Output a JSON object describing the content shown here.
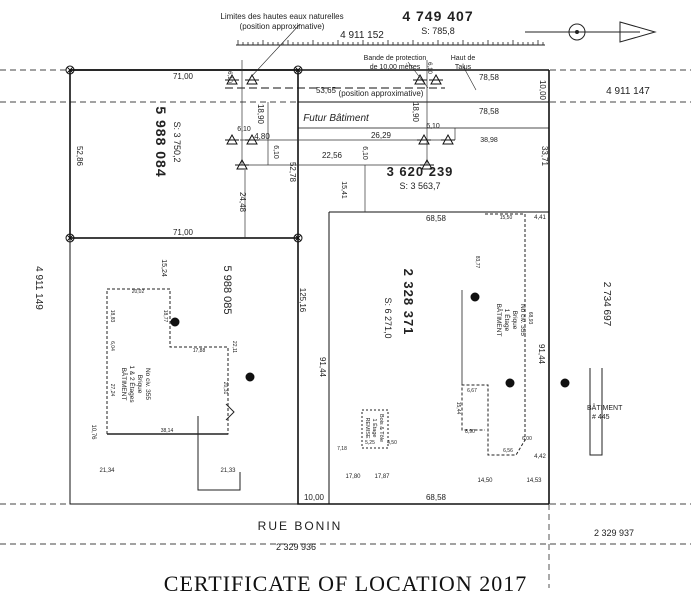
{
  "lots": {
    "north_lot": {
      "number": "4 749 407",
      "area": "S: 785,8"
    },
    "left_top": {
      "number": "5 988 084",
      "area": "S: 3 750,2"
    },
    "left_bottom": {
      "number": "5 988 085"
    },
    "center": {
      "number": "3 620 239",
      "area": "S: 3 563,7"
    },
    "main": {
      "number": "2 328 371",
      "area": "S: 6 271,0"
    },
    "top_strip": "4 911 152",
    "right_top": "4 911 147",
    "far_left": "4 911 149",
    "far_right": "2 734 697",
    "road": "2 329 936",
    "road_right": "2 329 937"
  },
  "labels": {
    "high_water": "Limites des hautes eaux naturelles",
    "high_water_note": "(position approximative)",
    "protection_band": "Bande de protection",
    "protection_band_2": "de 10,00 mètres",
    "talus": "Haut de",
    "talus_2": "Talus",
    "position_approx": "(position approximative)",
    "future_building": "Futur Bâtiment",
    "street": "RUE BONIN",
    "caption": "CERTIFICATE OF LOCATION 2017"
  },
  "buildings": {
    "main": [
      "BÂTIMENT",
      "1 Étage",
      "Brique",
      "No civ. 355"
    ],
    "left": [
      "BÂTIMENT",
      "1 & 2 Étages",
      "Brique",
      "No civ. 355"
    ],
    "shed": [
      "REMISE",
      "1 Étage",
      "Bois & Tôle"
    ],
    "neighbour": [
      "BÂTIMENT",
      "# 445"
    ]
  },
  "dimensions": {
    "d71_00_top": "71,00",
    "d71_00_mid": "71,00",
    "d52_86": "52,86",
    "d53_65": "53,65",
    "d78_58_a": "78,58",
    "d78_58_b": "78,58",
    "d10_00_tr": "10,00",
    "d18_90_a": "18,90",
    "d18_90_b": "18,90",
    "d6_10_a": "6,10",
    "d6_10_b": "6,10",
    "d6_10_c": "6,10",
    "d6_10_d": "6,10",
    "d6_10_e": "6,10",
    "d6_10_f": "6,10",
    "d4_80": "4,80",
    "d26_29": "26,29",
    "d38_98": "38,98",
    "d33_71": "33,71",
    "d22_56": "22,56",
    "d52_78": "52,78",
    "d24_48": "24,48",
    "d15_41": "15,41",
    "d68_58_top": "68,58",
    "d68_58_bot": "68,58",
    "d15_24": "15,24",
    "d125_16": "125,16",
    "d91_44_l": "91,44",
    "d91_44_r": "91,44",
    "d10_00_bot": "10,00",
    "d21_34": "21,34",
    "d21_33": "21,33",
    "d17_80": "17,80",
    "d17_87": "17,87",
    "d14_50": "14,50",
    "d14_53": "14,53",
    "d4_41": "4,41",
    "d4_42": "4,42",
    "d10_76": "10,76",
    "d20_02": "20,02",
    "d18_83": "18,83",
    "d18_77": "18,77",
    "d17_88": "17,88",
    "d6_04": "6,04",
    "d22_11": "22,11",
    "d27_24": "27,24",
    "d20_31": "20,31",
    "d38_14": "38,14",
    "d15_50": "15,50",
    "d83_77": "83,77",
    "d68_93": "68,93",
    "d6_67": "6,67",
    "d15_44": "15,44",
    "d8_90": "8,90",
    "d6_56": "6,56",
    "d6_00": "6,00",
    "d7_18": "7,18",
    "d5_25": "5,25",
    "d4_50": "4,50"
  }
}
